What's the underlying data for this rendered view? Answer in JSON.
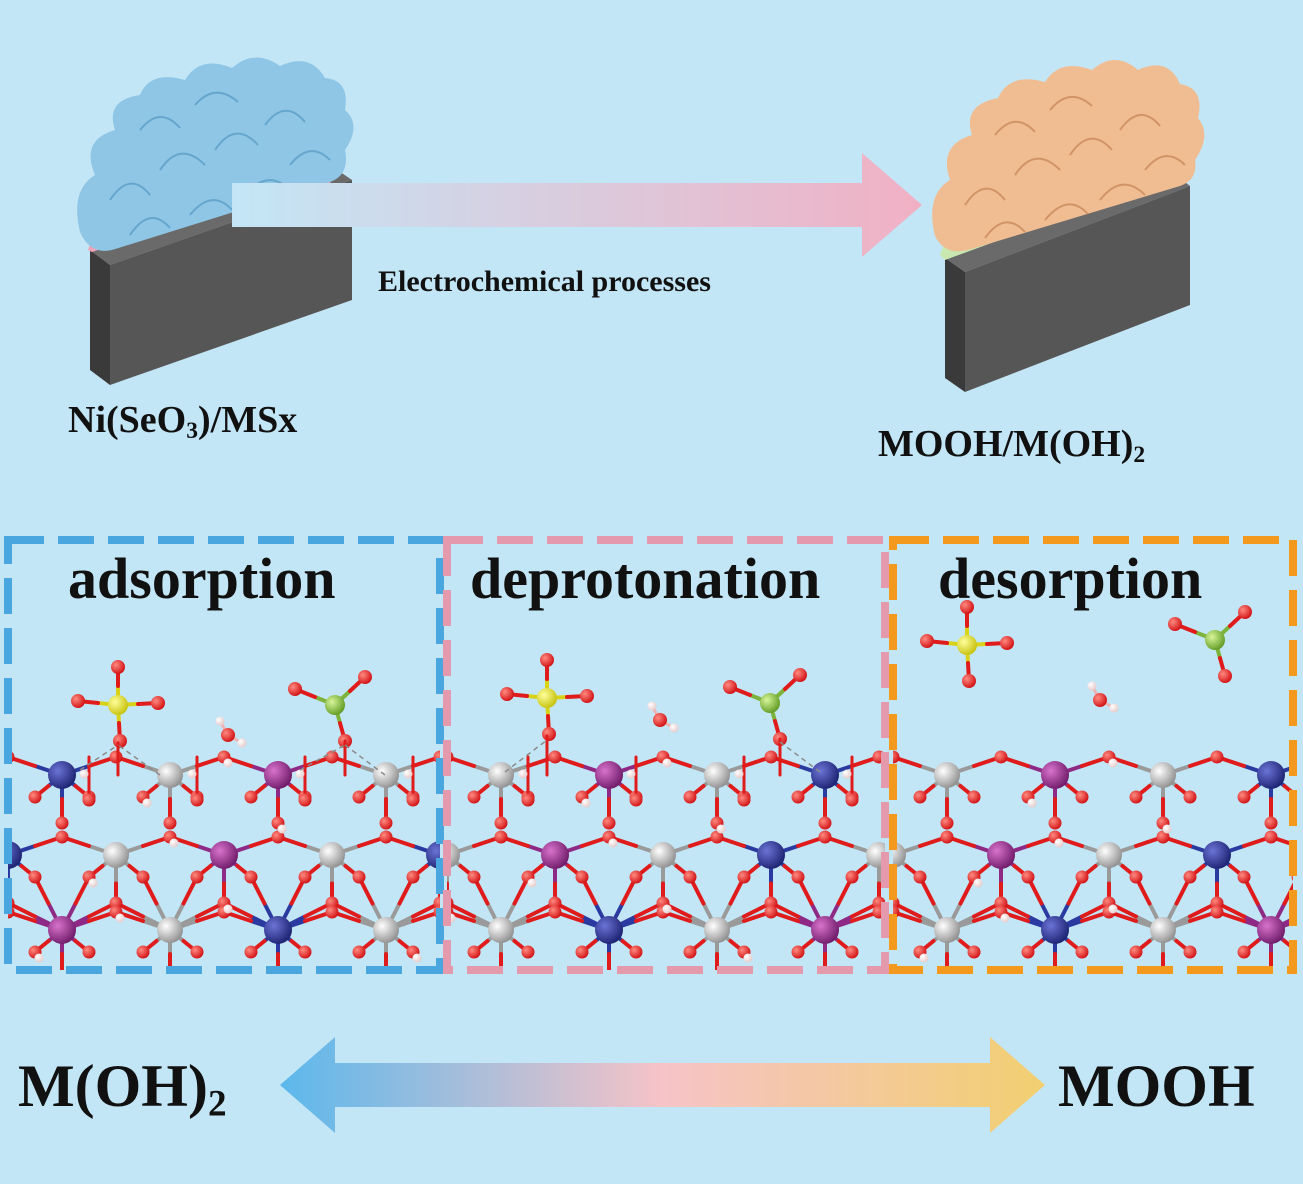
{
  "top": {
    "process_label": "Electrochemical processes",
    "left_material": {
      "main": "Ni(SeO",
      "sub": "3",
      "tail": ")/MSx"
    },
    "right_material": {
      "main": "MOOH/M(OH)",
      "sub": "2",
      "tail": ""
    }
  },
  "stages": [
    {
      "label": "adsorption",
      "color": "#4aa6de"
    },
    {
      "label": "deprotonation",
      "color": "#e599ad"
    },
    {
      "label": "desorption",
      "color": "#f39a1e"
    }
  ],
  "bottom": {
    "left": {
      "main": "M(OH)",
      "sub": "2"
    },
    "right": {
      "main": "MOOH",
      "sub": ""
    }
  },
  "colors": {
    "background": "#c3e6f6",
    "oxygen": "#e01b1b",
    "hydrogen": "#f6eaea",
    "metal_navy": "#25308a",
    "metal_purple": "#8e2a86",
    "metal_gray": "#c4c4c4",
    "sulfur": "#e8e21a",
    "selenium": "#86c23a",
    "flake_blue": "#8fc6e6",
    "flake_orange": "#f0bd93",
    "underlayer_pink": "#efa3b6",
    "underlayer_green": "#c9e7b1",
    "substrate": "#4a4a4a"
  }
}
